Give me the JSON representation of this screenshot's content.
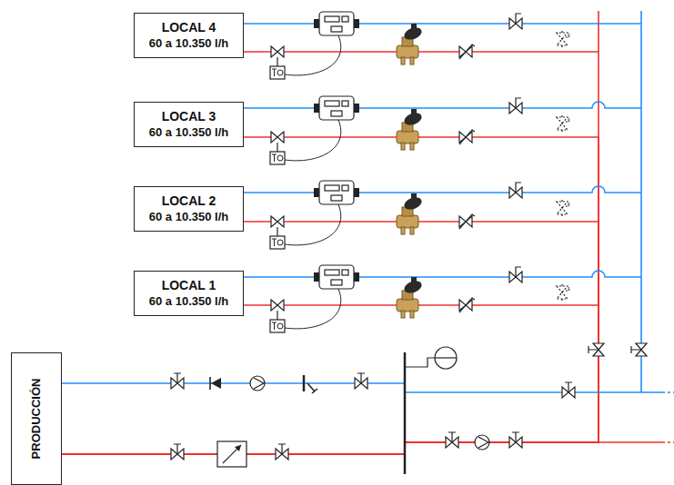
{
  "diagram": {
    "nodes": [
      {
        "text": [
          "LOCAL 4",
          "60 a 10.350 l/h"
        ]
      },
      {
        "text": [
          "LOCAL 3",
          "60 a 10.350 l/h"
        ]
      },
      {
        "text": [
          "LOCAL 2",
          "60 a 10.350 l/h"
        ]
      },
      {
        "text": [
          "LOCAL 1",
          "60 a 10.350 l/h"
        ]
      },
      {
        "text": [
          "PRODUCCIÓN"
        ]
      }
    ],
    "edges": [
      {
        "from": 4,
        "to": 0,
        "arrow": "none"
      },
      {
        "from": 4,
        "to": 1,
        "arrow": "none"
      },
      {
        "from": 4,
        "to": 2,
        "arrow": "none"
      },
      {
        "from": 4,
        "to": 3,
        "arrow": "none"
      }
    ]
  }
}
